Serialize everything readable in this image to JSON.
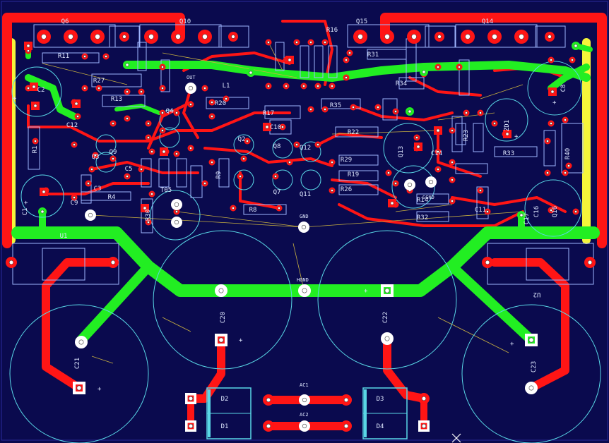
{
  "board": {
    "background": "#0a0a4e",
    "copper_top": "#ff1515",
    "copper_ground": "#22ee22",
    "copper_supply": "#f5f53a",
    "silkscreen": "#9fb6ff"
  },
  "labels": {
    "out": "OUT",
    "gnd": "GND",
    "hgnd": "HGND",
    "ac1": "AC1",
    "ac2": "AC2",
    "sgnd": "SGND",
    "plus": "+"
  },
  "transistors": [
    {
      "ref": "Q6"
    },
    {
      "ref": "Q10"
    },
    {
      "ref": "Q15"
    },
    {
      "ref": "Q14"
    },
    {
      "ref": "Q9"
    },
    {
      "ref": "Q4"
    },
    {
      "ref": "Q3"
    },
    {
      "ref": "Q8"
    },
    {
      "ref": "Q12"
    },
    {
      "ref": "Q7"
    },
    {
      "ref": "Q11"
    },
    {
      "ref": "Q2"
    },
    {
      "ref": "Q13"
    },
    {
      "ref": "Q16"
    },
    {
      "ref": "T05"
    }
  ],
  "resistors": [
    {
      "ref": "R11"
    },
    {
      "ref": "R27"
    },
    {
      "ref": "R13"
    },
    {
      "ref": "R1"
    },
    {
      "ref": "R30"
    },
    {
      "ref": "R4"
    },
    {
      "ref": "R8"
    },
    {
      "ref": "R20"
    },
    {
      "ref": "R17"
    },
    {
      "ref": "R16"
    },
    {
      "ref": "R35"
    },
    {
      "ref": "R22"
    },
    {
      "ref": "R29"
    },
    {
      "ref": "R19"
    },
    {
      "ref": "R26"
    },
    {
      "ref": "R31"
    },
    {
      "ref": "R34"
    },
    {
      "ref": "R23"
    },
    {
      "ref": "R33"
    },
    {
      "ref": "R40"
    },
    {
      "ref": "R14"
    },
    {
      "ref": "R32"
    },
    {
      "ref": "R9"
    }
  ],
  "capacitors": [
    {
      "ref": "C1"
    },
    {
      "ref": "C2"
    },
    {
      "ref": "C3"
    },
    {
      "ref": "C5"
    },
    {
      "ref": "C8"
    },
    {
      "ref": "C9"
    },
    {
      "ref": "C10"
    },
    {
      "ref": "C11"
    },
    {
      "ref": "C12"
    },
    {
      "ref": "C14"
    },
    {
      "ref": "C16"
    },
    {
      "ref": "C17"
    },
    {
      "ref": "C20"
    },
    {
      "ref": "C21"
    },
    {
      "ref": "C22"
    },
    {
      "ref": "C23"
    }
  ],
  "other": [
    {
      "ref": "L1"
    },
    {
      "ref": "U1"
    },
    {
      "ref": "U2"
    },
    {
      "ref": "ZD1"
    },
    {
      "ref": "D1"
    },
    {
      "ref": "D2"
    },
    {
      "ref": "D3"
    },
    {
      "ref": "D4"
    }
  ]
}
